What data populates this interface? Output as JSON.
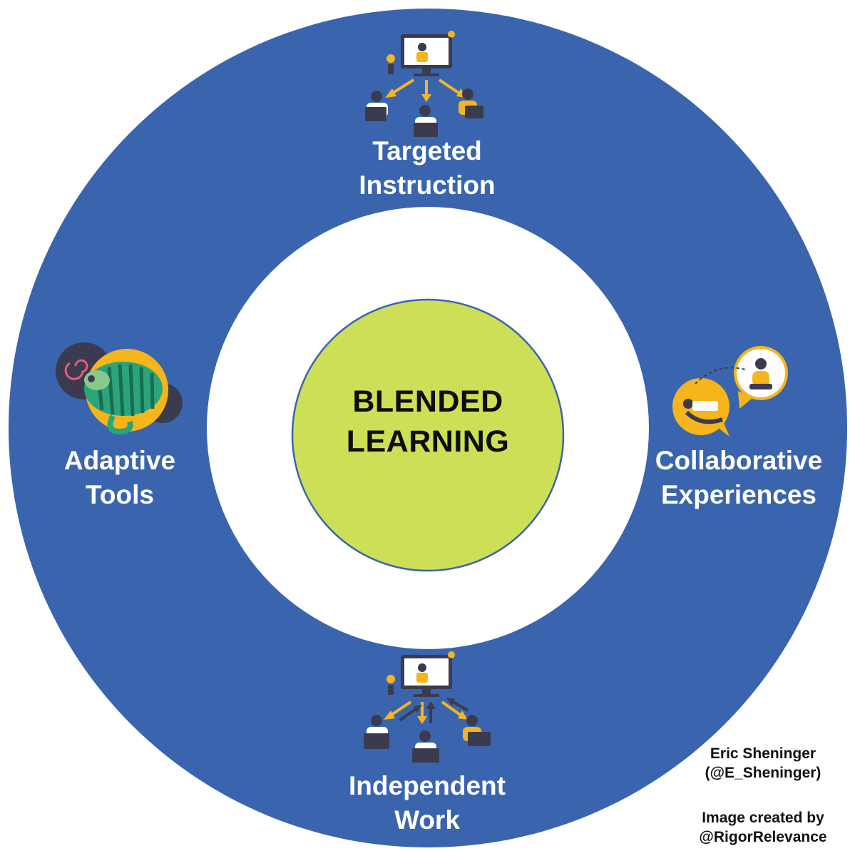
{
  "center": {
    "line1": "BLENDED",
    "line2": "LEARNING"
  },
  "segments": {
    "top": {
      "line1": "Targeted",
      "line2": "Instruction"
    },
    "right": {
      "line1": "Collaborative",
      "line2": "Experiences"
    },
    "bottom": {
      "line1": "Independent",
      "line2": "Work"
    },
    "left": {
      "line1": "Adaptive",
      "line2": "Tools"
    }
  },
  "credits": {
    "author_name": "Eric Sheninger",
    "author_handle": "(@E_Sheninger)",
    "created_by": "Image created by",
    "creator_handle": "@RigorRelevance"
  },
  "icons": {
    "top": "teacher-students-icon",
    "bottom": "teacher-students-two-way-icon",
    "left": "chameleon-icon",
    "right": "chat-bubbles-icon"
  },
  "colors": {
    "ring": "#3a65ae",
    "center_fill": "#cddf56",
    "center_stroke": "#3a65ae",
    "accent": "#f5b51b",
    "dark": "#3b3b4f",
    "white": "#ffffff"
  }
}
